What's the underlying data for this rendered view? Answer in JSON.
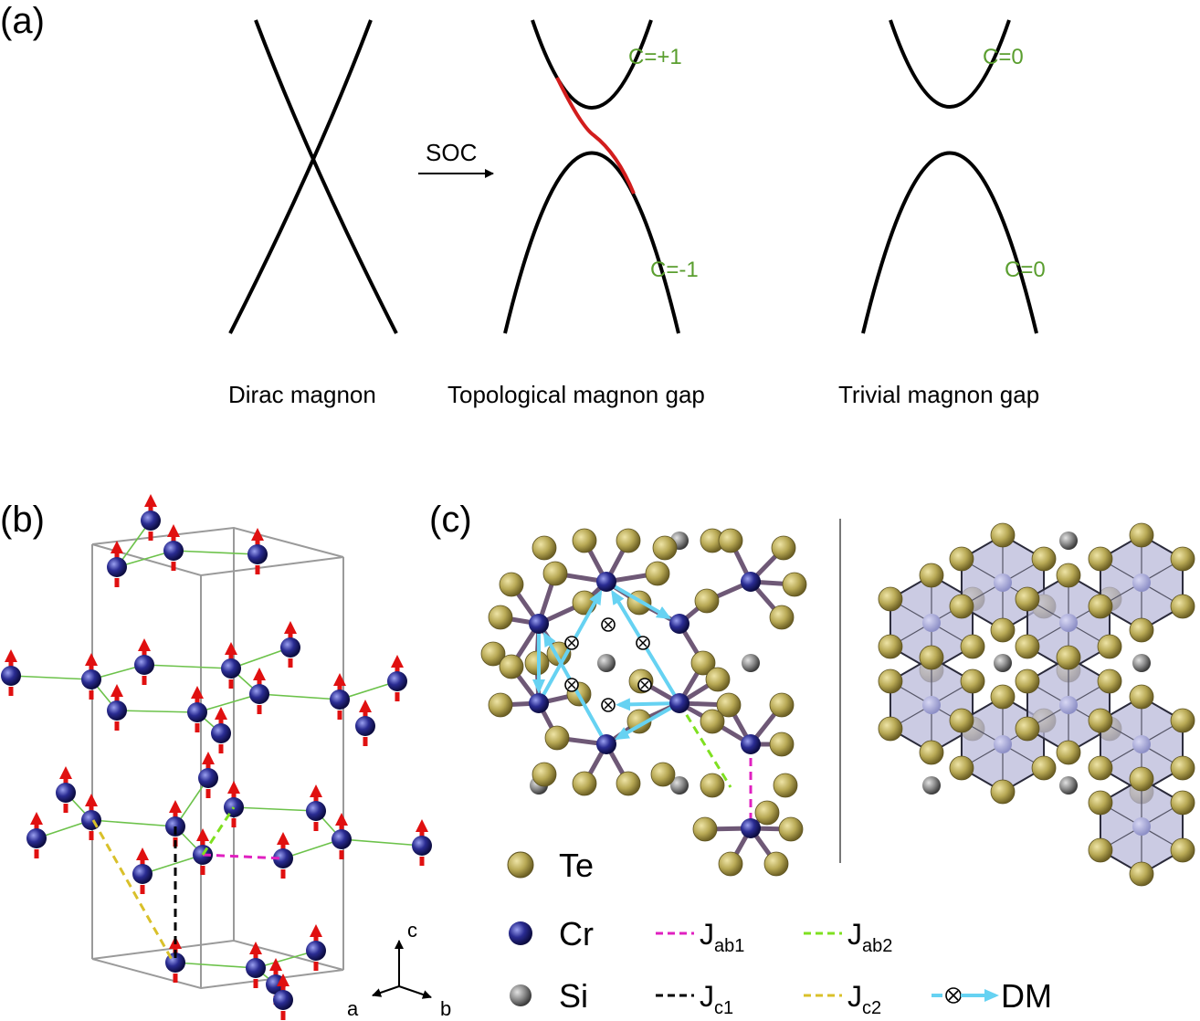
{
  "panels": {
    "a": "(a)",
    "b": "(b)",
    "c": "(c)"
  },
  "panel_a": {
    "arrow_label": "SOC",
    "chern_top": "C=+1",
    "chern_bottom": "C=-1",
    "trivial_top": "C=0",
    "trivial_bottom": "C=0",
    "captions": [
      "Dirac magnon",
      "Topological magnon gap",
      "Trivial magnon gap"
    ]
  },
  "axes": {
    "c": "c",
    "a": "a",
    "b": "b"
  },
  "legend": {
    "atoms": [
      "Te",
      "Cr",
      "Si"
    ],
    "bonds": [
      {
        "main": "J",
        "sub": "ab1"
      },
      {
        "main": "J",
        "sub": "ab2"
      },
      {
        "main": "J",
        "sub": "c1"
      },
      {
        "main": "J",
        "sub": "c2"
      }
    ],
    "dm_label": "DM"
  },
  "colors": {
    "chern_text": "#5a9e2f",
    "topological_edge": "#d21d1d",
    "te_atom": "#b8a955",
    "cr_atom": "#1e1f7a",
    "si_atom": "#7f7f7f",
    "spin_arrow": "#e01010",
    "j_ab1": "#e020c0",
    "j_ab2": "#7fe020",
    "j_c1": "#000000",
    "j_c2": "#d9c02a",
    "dm_arrow": "#66d2f2"
  }
}
